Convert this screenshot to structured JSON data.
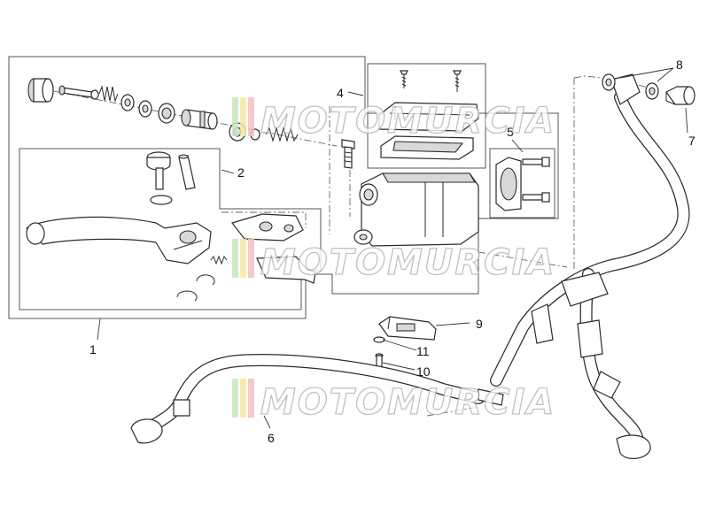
{
  "callouts": {
    "c1": "1",
    "c2": "2",
    "c4": "4",
    "c5": "5",
    "c6": "6",
    "c7": "7",
    "c8": "8",
    "c9": "9",
    "c10": "10",
    "c11": "11"
  },
  "watermark": {
    "text": "MOTOMURCIA",
    "stripe_colors": [
      "#c8e6c0",
      "#f6e7a6",
      "#f5c0c0"
    ]
  },
  "colors": {
    "line": "#2b2b2b",
    "background": "#ffffff"
  }
}
